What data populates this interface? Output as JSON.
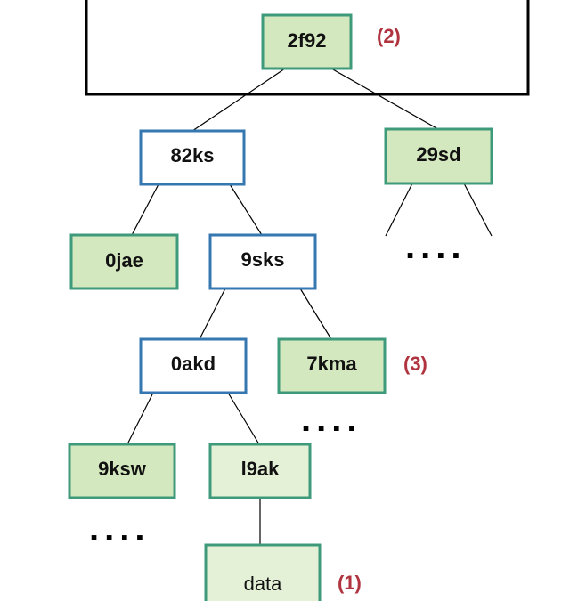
{
  "colors": {
    "green_fill": "#d3e8be",
    "light_green_fill": "#e4f1d6",
    "green_stroke": "#3e9a7b",
    "blue_stroke": "#3577b0",
    "white_fill": "#ffffff",
    "annotation": "#b0343f",
    "edge": "#000000"
  },
  "nodes": {
    "n2f92": "2f92",
    "n82ks": "82ks",
    "n29sd": "29sd",
    "n0jae": "0jae",
    "n9sks": "9sks",
    "n0akd": "0akd",
    "n7kma": "7kma",
    "n9ksw": "9ksw",
    "nl9ak": "l9ak",
    "ndata": "data"
  },
  "annotations": {
    "a1": "(1)",
    "a2": "(2)",
    "a3": "(3)"
  },
  "ellipsis": "...."
}
